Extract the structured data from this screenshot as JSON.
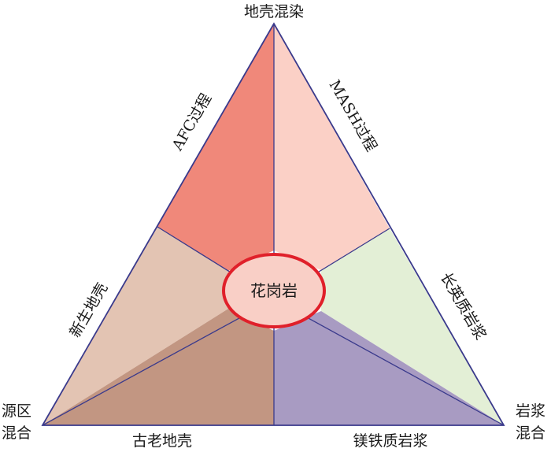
{
  "diagram": {
    "apex_labels": {
      "top": "地壳混染",
      "bottom_left_line1": "源区",
      "bottom_left_line2": "混合",
      "bottom_right_line1": "岩浆",
      "bottom_right_line2": "混合"
    },
    "edge_labels": {
      "left_upper": "AFC过程",
      "left_lower": "新生地壳",
      "right_upper": "MASH过程",
      "right_lower": "长英质岩浆",
      "bottom_left": "古老地壳",
      "bottom_right": "镁铁质岩浆"
    },
    "center_label": "花岗岩",
    "colors": {
      "afc_region": "#f0887a",
      "mash_region": "#fbd0c6",
      "juvenile_crust_region": "#e3c4b3",
      "felsic_magma_region": "#e3efd6",
      "old_crust_region": "#c29682",
      "mafic_magma_region": "#a89bc2",
      "outline": "#3a3a8c",
      "center_ellipse_fill": "#f9cfc6",
      "center_ellipse_stroke": "#e0202a"
    }
  }
}
